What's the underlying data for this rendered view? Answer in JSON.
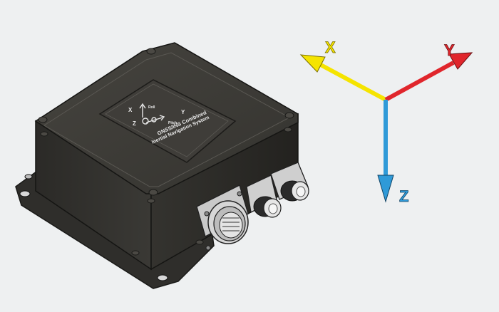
{
  "device": {
    "lid_line1": "GNSS/INS Combined",
    "lid_line2": "Inertial Navigation System",
    "lid_axes": {
      "x": "X",
      "y": "Y",
      "z": "Z",
      "roll": "Roll",
      "pitch": "Pitch"
    }
  },
  "axes": {
    "x": {
      "label": "X",
      "color": "#f5e400",
      "outline": "#7a6f00"
    },
    "y": {
      "label": "Y",
      "color": "#e0262c",
      "outline": "#6e1013"
    },
    "z": {
      "label": "Z",
      "color": "#2f9ad8",
      "outline": "#124566"
    }
  },
  "colors": {
    "background": "#eef0f1",
    "housing": "#3a3935",
    "housing_dark": "#2a2926",
    "connector": "#d4d4d4"
  }
}
